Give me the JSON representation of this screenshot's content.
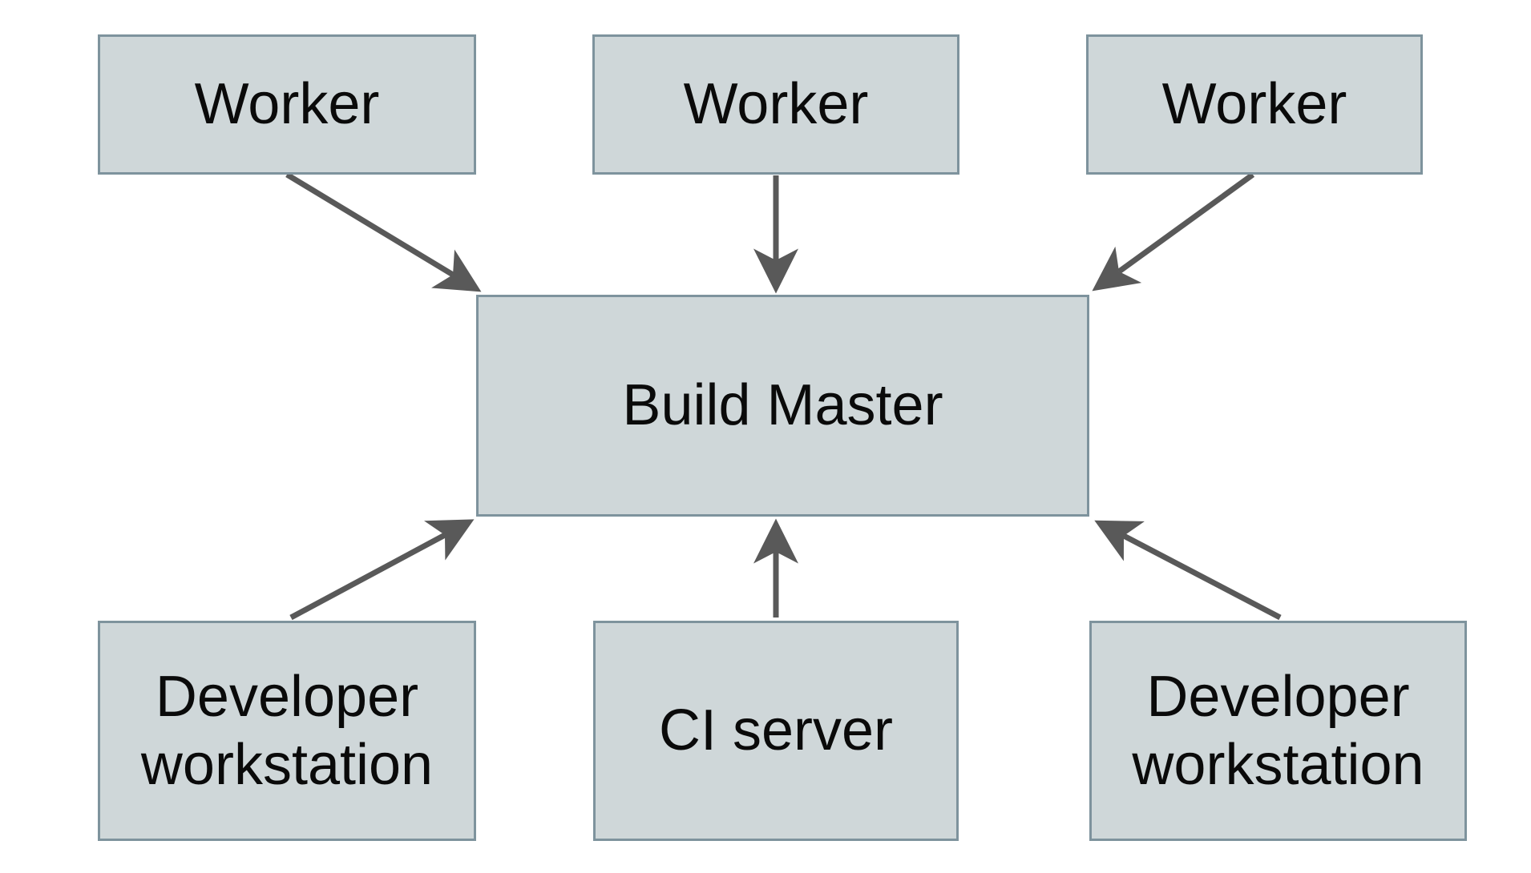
{
  "diagram": {
    "background_color": "#ffffff",
    "node_fill_color": "#cfd7d9",
    "node_border_color": "#7e939d",
    "arrow_color": "#595959",
    "text_color": "#0a0a0a",
    "nodes": [
      {
        "id": "worker-1",
        "label": "Worker"
      },
      {
        "id": "worker-2",
        "label": "Worker"
      },
      {
        "id": "worker-3",
        "label": "Worker"
      },
      {
        "id": "build-master",
        "label": "Build Master"
      },
      {
        "id": "developer-workstation-1",
        "label": "Developer\nworkstation"
      },
      {
        "id": "ci-server",
        "label": "CI server"
      },
      {
        "id": "developer-workstation-2",
        "label": "Developer\nworkstation"
      }
    ],
    "edges": [
      {
        "from": "worker-1",
        "to": "build-master"
      },
      {
        "from": "worker-2",
        "to": "build-master"
      },
      {
        "from": "worker-3",
        "to": "build-master"
      },
      {
        "from": "developer-workstation-1",
        "to": "build-master"
      },
      {
        "from": "ci-server",
        "to": "build-master"
      },
      {
        "from": "developer-workstation-2",
        "to": "build-master"
      }
    ]
  }
}
